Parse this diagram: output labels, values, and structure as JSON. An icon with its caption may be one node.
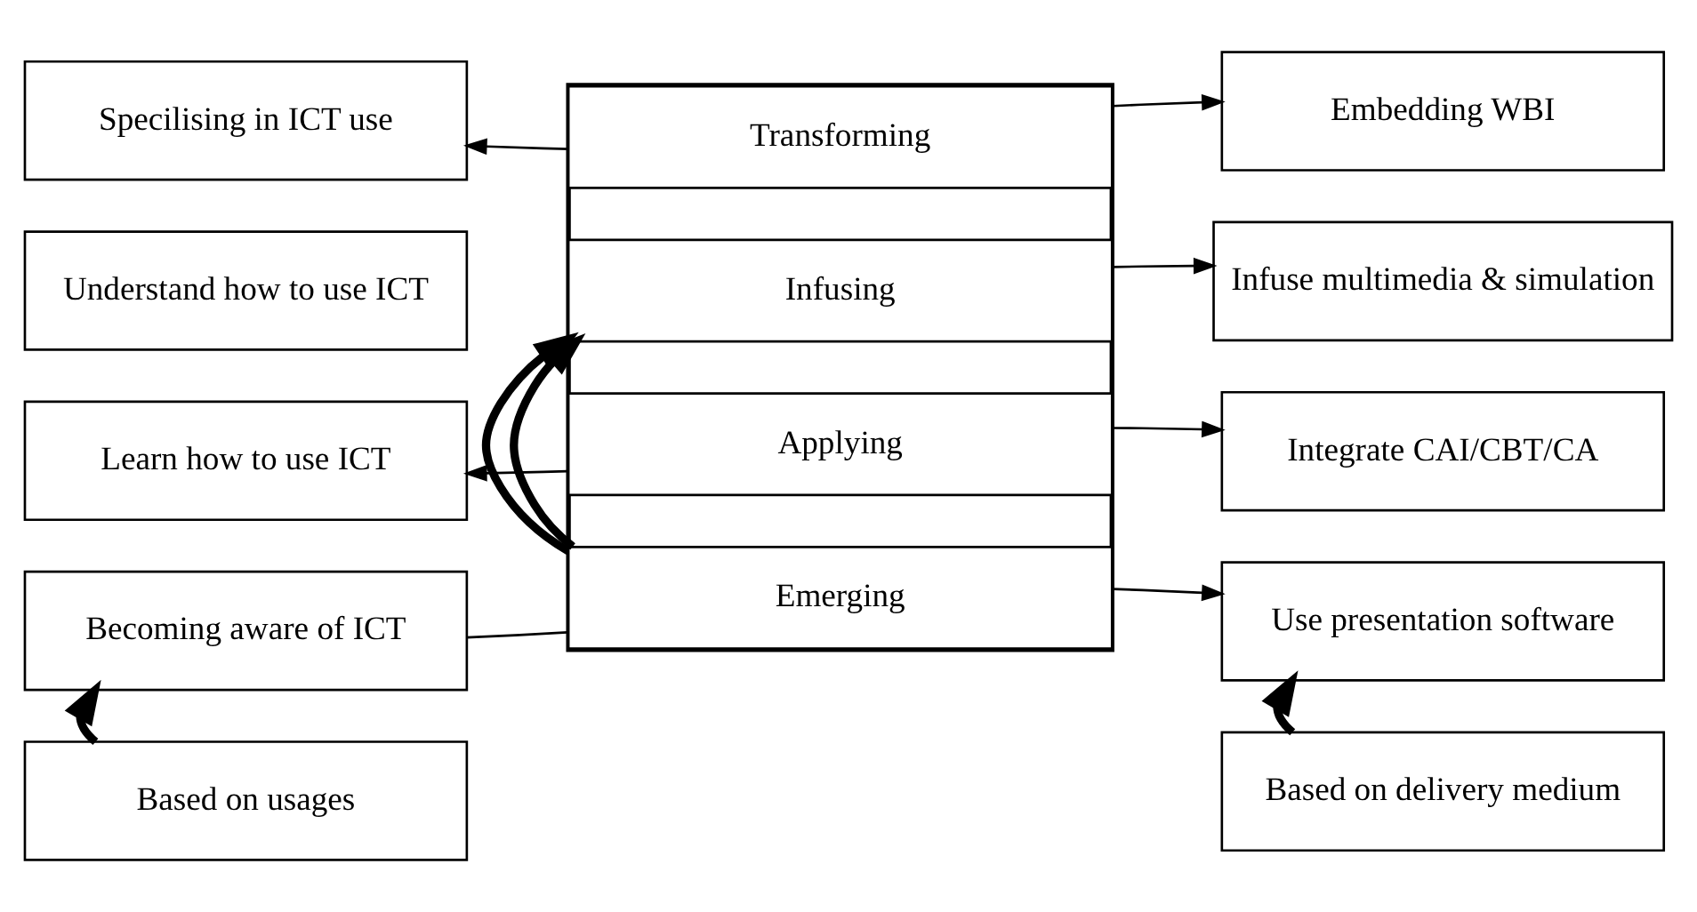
{
  "diagram": {
    "nodes": [
      {
        "text": [
          "Specilising in ICT use"
        ]
      },
      {
        "text": [],
        "shape": "box"
      },
      {
        "text": [
          "Transforming"
        ],
        "in": 1
      },
      {
        "text": [
          "Embedding WBI"
        ]
      },
      {
        "text": [
          "Understand how to use ICT"
        ]
      },
      {
        "text": [
          "Infusing"
        ],
        "in": 1
      },
      {
        "text": [
          "Infuse multimedia & simulation"
        ]
      },
      {
        "text": [
          "Learn how to use ICT"
        ]
      },
      {
        "text": [
          "Applying"
        ],
        "in": 1
      },
      {
        "text": [
          "Integrate CAI/CBT/CA"
        ]
      },
      {
        "text": [
          "Becoming aware of ICT"
        ]
      },
      {
        "text": [
          "Emerging"
        ],
        "in": 1
      },
      {
        "text": [
          "Use presentation software"
        ]
      },
      {
        "text": [
          "Based on usages"
        ]
      },
      {
        "text": [
          "Based on delivery medium"
        ]
      }
    ],
    "edges": [
      {
        "from": 2,
        "to": 0,
        "arrow": "to"
      },
      {
        "from": 2,
        "to": 3,
        "arrow": "to"
      },
      {
        "from": 5,
        "to": 6,
        "arrow": "to"
      },
      {
        "from": 8,
        "to": 7,
        "arrow": "to"
      },
      {
        "from": 8,
        "to": 9,
        "arrow": "to"
      },
      {
        "from": 11,
        "to": 10,
        "arrow": "none"
      },
      {
        "from": 11,
        "to": 12,
        "arrow": "to"
      },
      {
        "from": 11,
        "to": 5,
        "arrow": "to",
        "style": "thick"
      },
      {
        "from": 11,
        "to": 5,
        "arrow": "to",
        "style": "thick"
      },
      {
        "from": 13,
        "to": 10,
        "arrow": "to",
        "style": "thick"
      },
      {
        "from": 14,
        "to": 12,
        "arrow": "to",
        "style": "thick"
      }
    ]
  }
}
